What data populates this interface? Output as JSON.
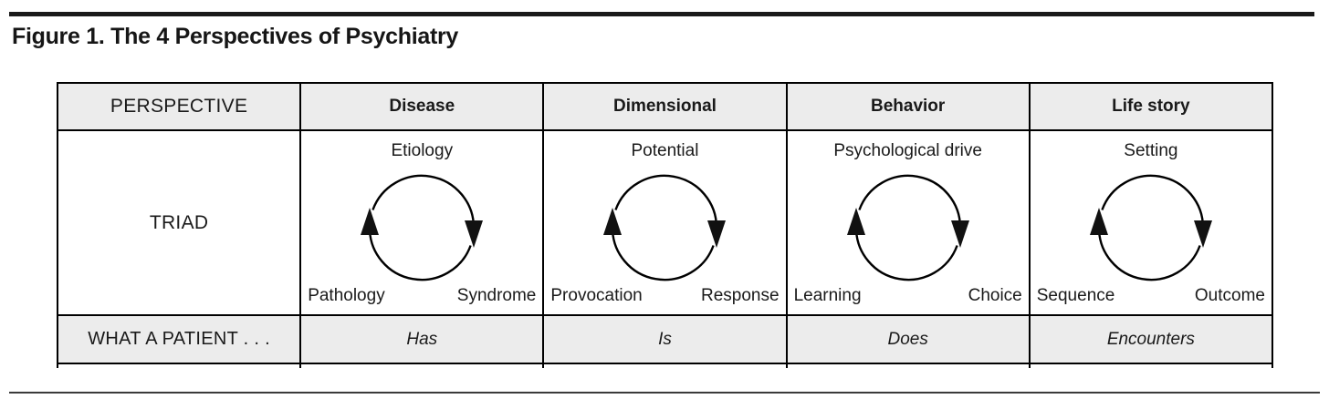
{
  "figure": {
    "title": "Figure 1. The 4 Perspectives of Psychiatry"
  },
  "table": {
    "header": {
      "perspective_label": "PERSPECTIVE",
      "columns": [
        "Disease",
        "Dimensional",
        "Behavior",
        "Life story"
      ]
    },
    "triad_row_label": "TRIAD",
    "triads": [
      {
        "column": "Disease",
        "top": "Etiology",
        "bottom_left": "Pathology",
        "bottom_right": "Syndrome"
      },
      {
        "column": "Dimensional",
        "top": "Potential",
        "bottom_left": "Provocation",
        "bottom_right": "Response"
      },
      {
        "column": "Behavior",
        "top": "Psychological drive",
        "bottom_left": "Learning",
        "bottom_right": "Choice"
      },
      {
        "column": "Life story",
        "top": "Setting",
        "bottom_left": "Sequence",
        "bottom_right": "Outcome"
      }
    ],
    "patient_row": {
      "label": "WHAT A PATIENT . . .",
      "values": [
        "Has",
        "Is",
        "Does",
        "Encounters"
      ]
    }
  },
  "icons": {
    "cycle": "cycle-arrows-icon"
  },
  "colors": {
    "header_fill": "#ececec",
    "border": "#000000",
    "text": "#1a1a1a",
    "rule": "#1a1a1a"
  }
}
